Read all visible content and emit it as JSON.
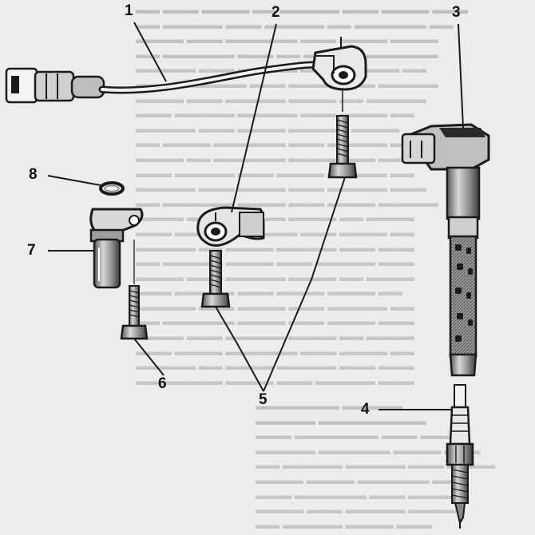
{
  "figure": {
    "labels": [
      "1",
      "2",
      "3",
      "4",
      "5",
      "6",
      "7",
      "8"
    ],
    "background_text_color": "#9a9a9a",
    "ink_color": "#1b1b1b",
    "paper_color": "#ececec"
  }
}
